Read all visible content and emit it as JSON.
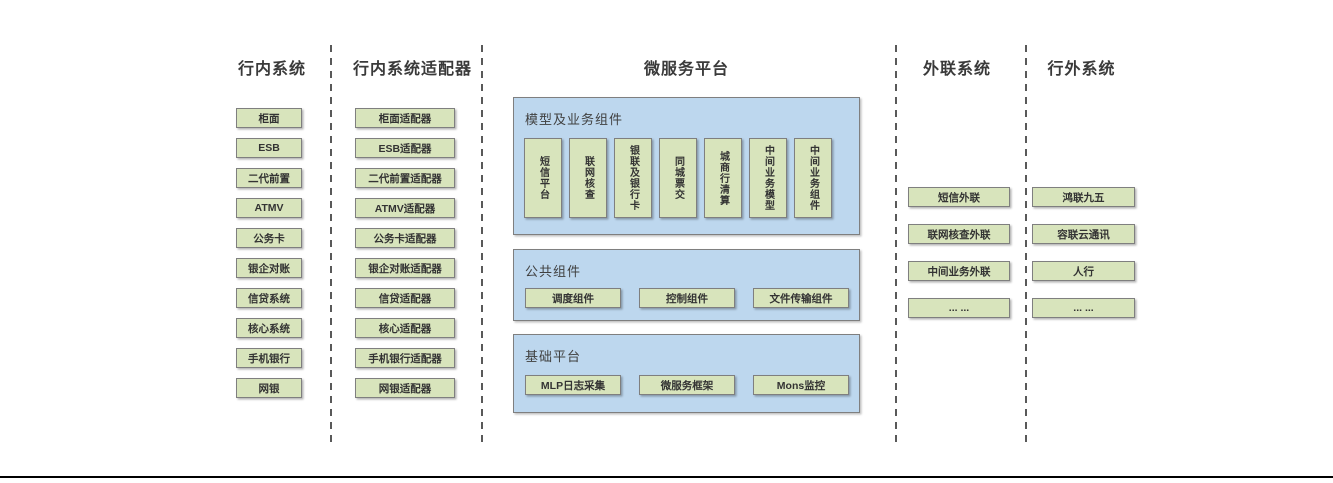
{
  "diagram": {
    "columns": [
      {
        "title": "行内系统",
        "items": [
          "柜面",
          "ESB",
          "二代前置",
          "ATMV",
          "公务卡",
          "银企对账",
          "信贷系统",
          "核心系统",
          "手机银行",
          "网银"
        ]
      },
      {
        "title": "行内系统适配器",
        "items": [
          "柜面适配器",
          "ESB适配器",
          "二代前置适配器",
          "ATMV适配器",
          "公务卡适配器",
          "银企对账适配器",
          "信贷适配器",
          "核心适配器",
          "手机银行适配器",
          "网银适配器"
        ]
      },
      {
        "title": "微服务平台",
        "panels": [
          {
            "label": "模型及业务组件",
            "items": [
              "短信平台",
              "联网核查",
              "银联及银行卡",
              "同城票交",
              "城商行清算",
              "中间业务模型",
              "中间业务组件"
            ]
          },
          {
            "label": "公共组件",
            "items": [
              "调度组件",
              "控制组件",
              "文件传输组件"
            ]
          },
          {
            "label": "基础平台",
            "items": [
              "MLP日志采集",
              "微服务框架",
              "Mons监控"
            ]
          }
        ]
      },
      {
        "title": "外联系统",
        "items": [
          "短信外联",
          "联网核查外联",
          "中间业务外联",
          "... ..."
        ]
      },
      {
        "title": "行外系统",
        "items": [
          "鸿联九五",
          "容联云通讯",
          "人行",
          "... ..."
        ]
      }
    ],
    "colors": {
      "box_fill": "#d8e4bc",
      "box_border": "#7f7f7f",
      "panel_fill": "#bdd7ee",
      "panel_border": "#7f7f7f",
      "separator": "#595959",
      "bottom_rule": "#000000"
    }
  }
}
